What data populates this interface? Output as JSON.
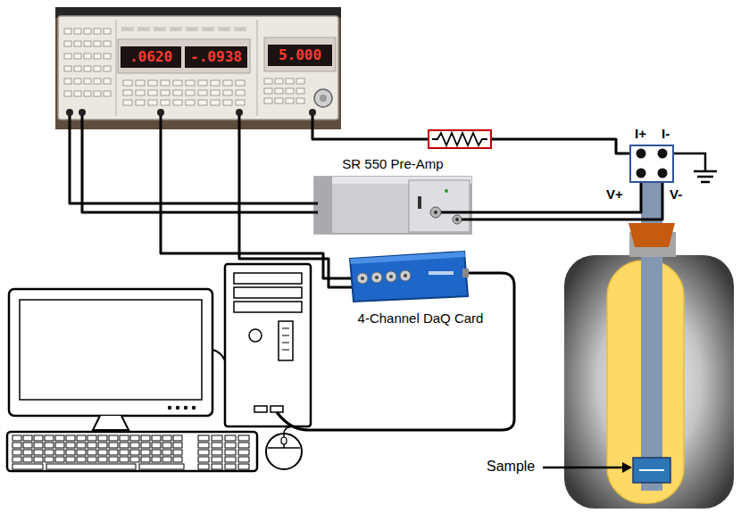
{
  "diagram": {
    "nodes": [
      {
        "text": [
          ".0620",
          "-.0938",
          "5.000"
        ]
      },
      {
        "text": [
          "SR 550 Pre-Amp"
        ]
      },
      {
        "text": [
          "4-Channel DaQ Card"
        ]
      },
      {
        "text": [
          "I+",
          "I-",
          "V+",
          "V-"
        ]
      }
    ],
    "edges": [
      {
        "from": 0,
        "to": 1,
        "arrow": "none"
      },
      {
        "from": 0,
        "to": 2,
        "arrow": "none"
      },
      {
        "from": 0,
        "to": 3,
        "arrow": "none"
      },
      {
        "from": 1,
        "to": 3,
        "arrow": "none"
      }
    ],
    "labels": [
      "Sample"
    ]
  }
}
